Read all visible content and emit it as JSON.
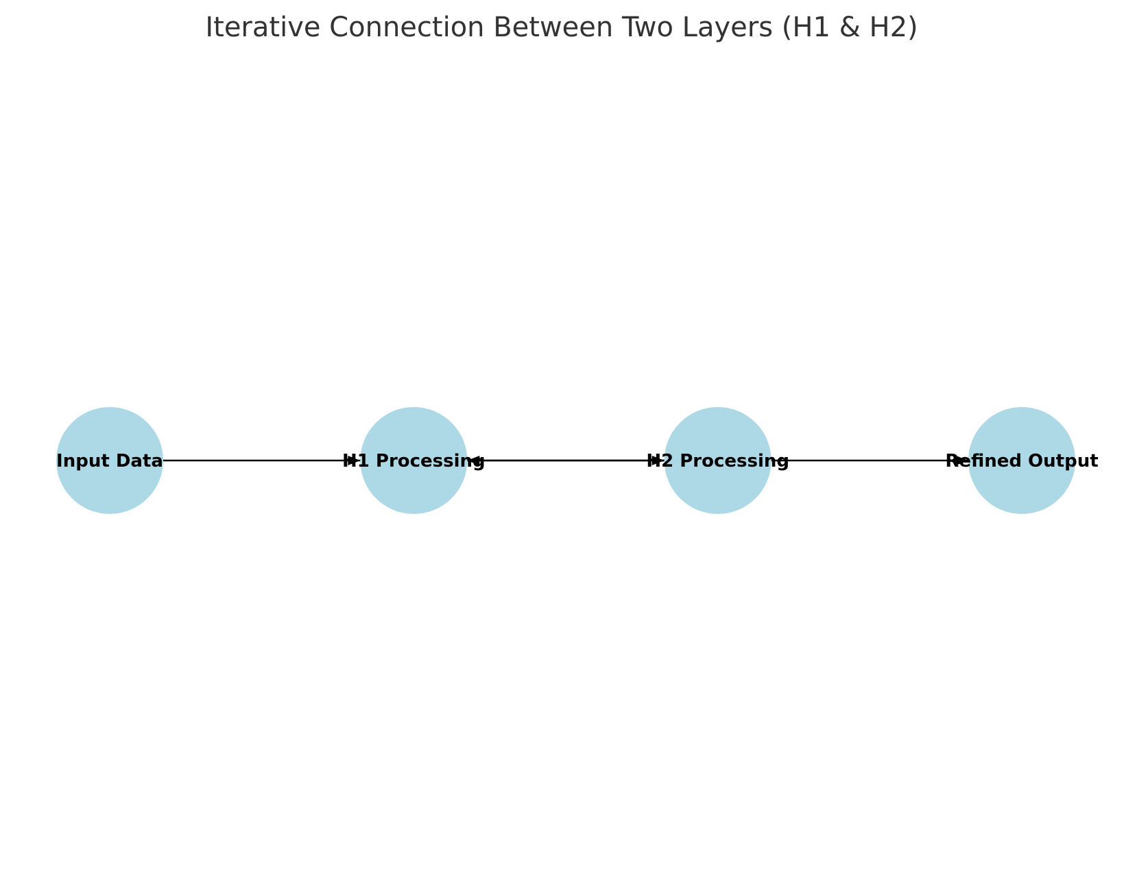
{
  "diagram": {
    "title": "Iterative Connection Between Two Layers (H1 & H2)",
    "node_color": "#ADD8E6",
    "edge_color": "#000000",
    "nodes": [
      {
        "id": "input",
        "label": "Input Data"
      },
      {
        "id": "h1",
        "label": "H1 Processing"
      },
      {
        "id": "h2",
        "label": "H2 Processing"
      },
      {
        "id": "output",
        "label": "Refined Output"
      }
    ],
    "edges": [
      {
        "from": "input",
        "to": "h1"
      },
      {
        "from": "h1",
        "to": "h2"
      },
      {
        "from": "h2",
        "to": "h1"
      },
      {
        "from": "h2",
        "to": "output"
      }
    ]
  }
}
